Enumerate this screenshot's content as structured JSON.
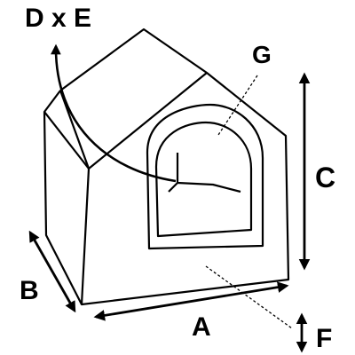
{
  "colors": {
    "ink": "#000000",
    "background": "#ffffff"
  },
  "labels": {
    "depth_by_width": "D x E",
    "inner_depth": "G",
    "height": "C",
    "side_depth": "B",
    "width": "A",
    "floor_thickness": "F"
  }
}
